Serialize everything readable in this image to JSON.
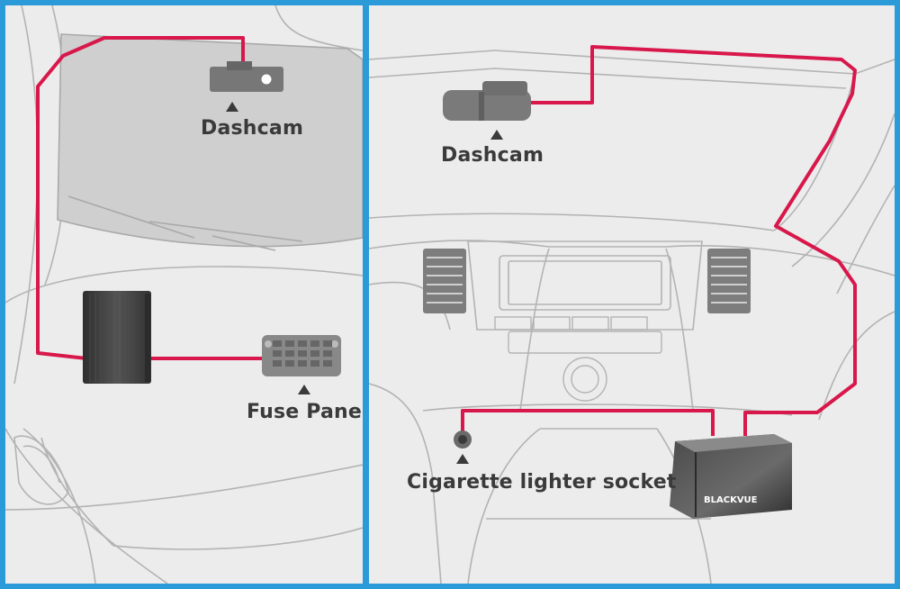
{
  "labels": {
    "left_dashcam": "Dashcam",
    "fuse_panel": "Fuse Panel",
    "right_dashcam": "Dashcam",
    "lighter_socket": "Cigarette lighter socket",
    "battery_brand": "BLACKVUE"
  },
  "icons": {
    "left_dashcam": "dashcam-icon",
    "left_battery": "battery-pack-icon",
    "fuse_panel": "fuse-panel-icon",
    "right_dashcam": "dashcam-icon",
    "lighter_socket": "cigarette-lighter-socket-icon",
    "right_battery": "battery-pack-icon",
    "pointer": "triangle-pointer-icon"
  },
  "colors": {
    "border": "#2b9ad8",
    "background": "#ececec",
    "outline": "#b3b3b3",
    "cable": "#d8174b",
    "label": "#3a3a3a",
    "windshield": "#cfcfcf",
    "device_dark": "#3f3f3f",
    "device_gray": "#777777"
  }
}
